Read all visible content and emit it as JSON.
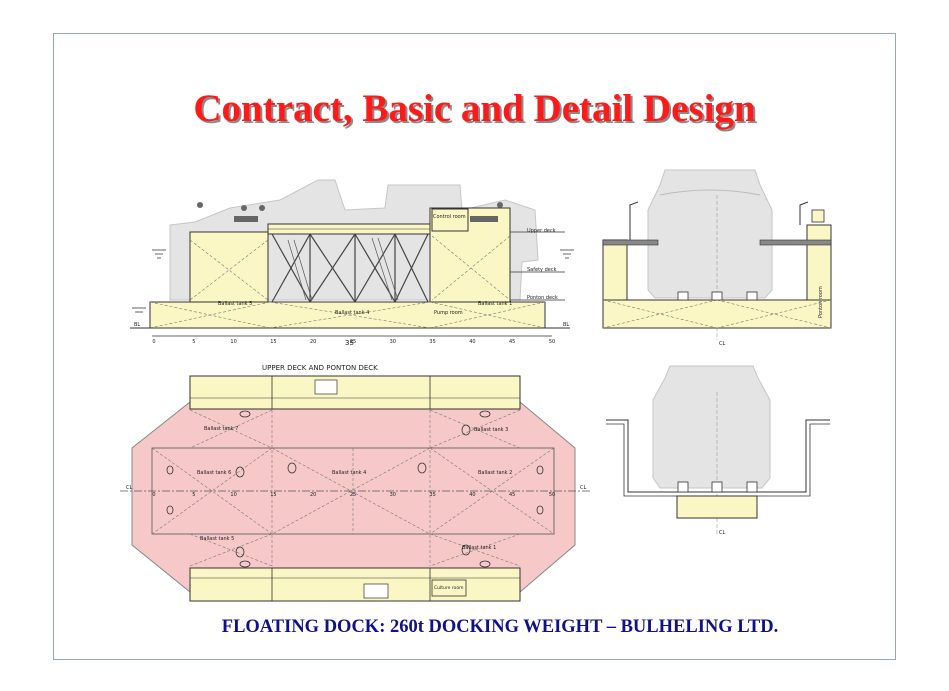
{
  "slide": {
    "title": "Contract, Basic and Detail Design",
    "caption": "FLOATING DOCK: 260t DOCKING WEIGHT – BULHELING LTD."
  },
  "side_elevation": {
    "labels": {
      "control_room": "Control room",
      "upper_deck": "Upper deck",
      "safety_deck": "Safety deck",
      "ponton_deck": "Ponton deck",
      "ballast_tank_5": "Ballast tank 5",
      "ballast_tank_4": "Ballast tank 4",
      "ballast_tank_1": "Ballast tank 1",
      "pump_room": "Pump room",
      "bl_left": "BL",
      "bl_right": "BL",
      "center_mark": "35"
    },
    "frame_numbers": [
      "0",
      "5",
      "10",
      "15",
      "20",
      "25",
      "30",
      "35",
      "40",
      "45",
      "50"
    ]
  },
  "section_upper": {
    "labels": {
      "ponton_room": "Ponton room",
      "cl": "CL"
    }
  },
  "section_lower": {
    "labels": {
      "cl": "CL"
    }
  },
  "plan_view": {
    "heading": "UPPER DECK AND PONTON DECK",
    "labels": {
      "ballast_tank_7": "Ballast tank 7",
      "ballast_tank_3": "Ballast tank 3",
      "ballast_tank_6": "Ballast tank 6",
      "ballast_tank_4": "Ballast tank 4",
      "ballast_tank_2": "Ballast tank 2",
      "ballast_tank_5": "Ballast tank 5",
      "ballast_tank_1": "Ballast tank 1",
      "cl_left": "CL",
      "cl_right": "CL",
      "culture_room": "Culture room"
    },
    "frame_numbers": [
      "0",
      "5",
      "10",
      "15",
      "20",
      "25",
      "30",
      "35",
      "40",
      "45",
      "50"
    ]
  }
}
